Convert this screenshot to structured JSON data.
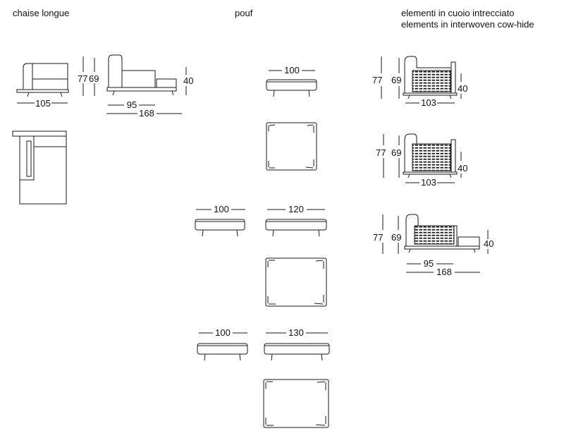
{
  "headers": {
    "chaise": "chaise longue",
    "pouf": "pouf",
    "elements_it": "elementi in cuoio intrecciato",
    "elements_en": "elements in interwoven cow-hide"
  },
  "dims": {
    "chaise_front_width": "105",
    "chaise_h77": "77",
    "chaise_h69": "69",
    "chaise_seat40": "40",
    "chaise_side_95": "95",
    "chaise_side_168": "168",
    "pouf_100_a": "100",
    "pouf_100_b": "100",
    "pouf_100_c": "100",
    "pouf_120": "120",
    "pouf_130": "130",
    "el1_77": "77",
    "el1_69": "69",
    "el1_40": "40",
    "el1_103": "103",
    "el2_77": "77",
    "el2_69": "69",
    "el2_40": "40",
    "el2_103": "103",
    "el3_77": "77",
    "el3_69": "69",
    "el3_40": "40",
    "el3_95": "95",
    "el3_168": "168"
  }
}
